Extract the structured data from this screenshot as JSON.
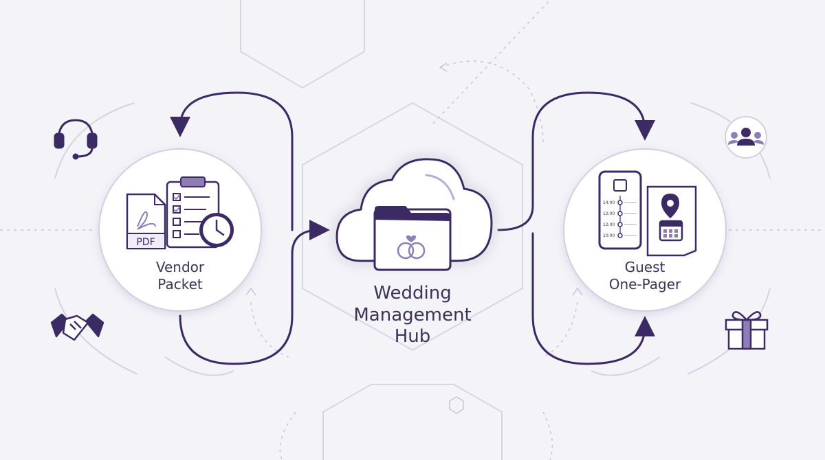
{
  "diagram": {
    "left_node": {
      "line1": "Vendor",
      "line2": "Packet"
    },
    "center_node": {
      "line1": "Wedding",
      "line2": "Management",
      "line3": "Hub"
    },
    "right_node": {
      "line1": "Guest",
      "line2": "One-Pager"
    },
    "pdf_badge": "PDF",
    "schedule_times": [
      "14:00",
      "12:00",
      "12:00",
      "10:00"
    ]
  },
  "icons": {
    "top_left": "headset-icon",
    "bottom_left": "handshake-icon",
    "top_right": "group-icon",
    "bottom_right": "gift-icon",
    "hub": "cloud-folder-icon"
  },
  "colors": {
    "background": "#f4f3f8",
    "accent": "#3b2a63",
    "accent_light": "#8d7fb5",
    "text": "#3d3356"
  }
}
